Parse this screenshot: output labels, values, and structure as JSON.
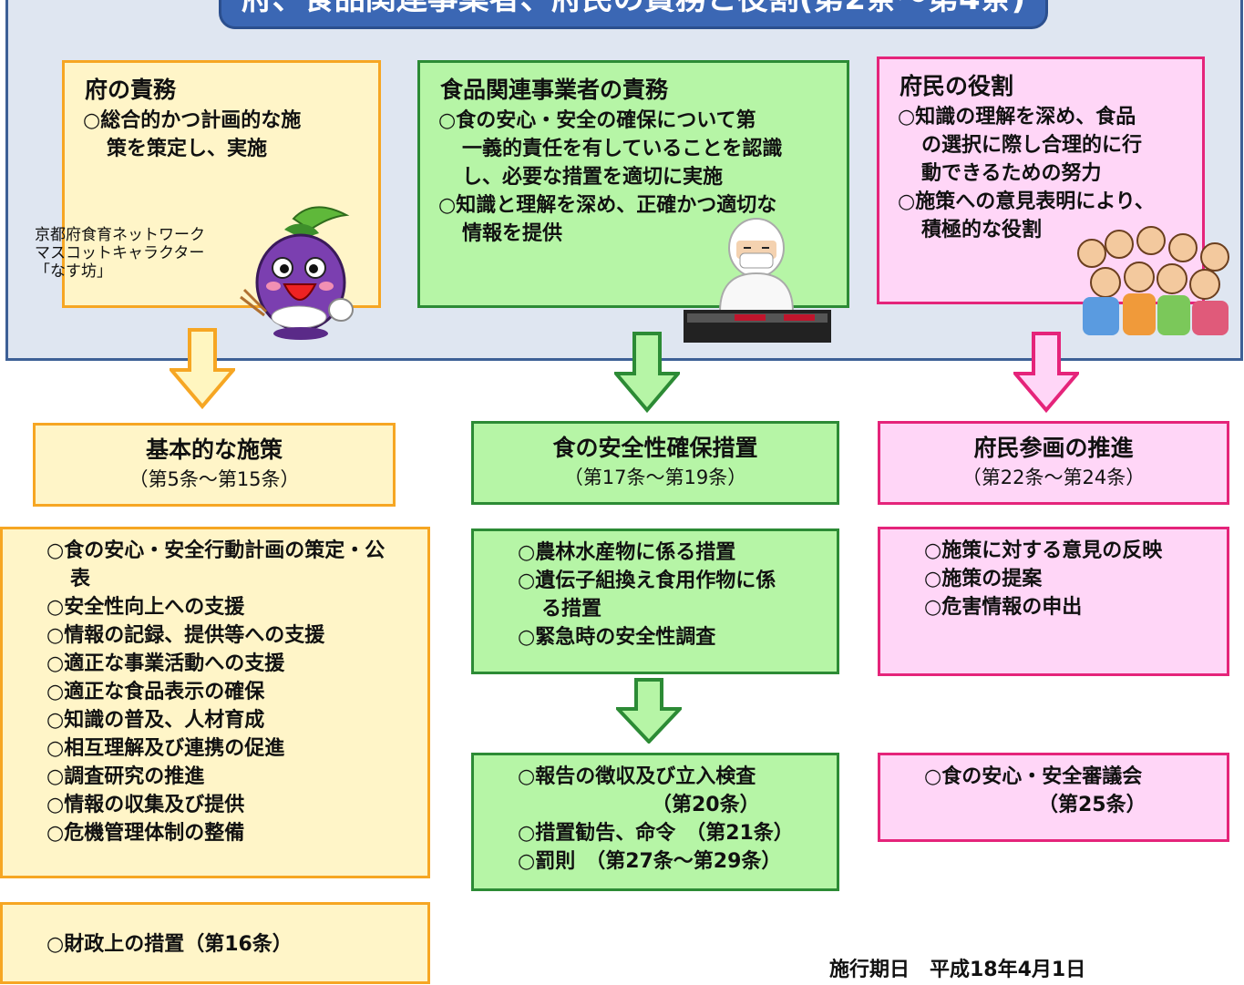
{
  "title": "府、食品関連事業者、府民の責務と役割(第2条～第4条)",
  "top": {
    "left": {
      "heading": "府の責務",
      "items": [
        "○総合的かつ計画的な施\n策を策定し、実施"
      ],
      "mascot_caption": [
        "京都府食育ネットワーク",
        "マスコットキャラクター",
        "「なす坊」"
      ]
    },
    "center": {
      "heading": "食品関連事業者の責務",
      "items": [
        "○食の安心・安全の確保について第\n一義的責任を有していることを認識\nし、必要な措置を適切に実施",
        "○知識と理解を深め、正確かつ適切な\n情報を提供"
      ]
    },
    "right": {
      "heading": "府民の役割",
      "items": [
        "○知識の理解を深め、食品\nの選択に際し合理的に行\n動できるための努力",
        "○施策への意見表明により、\n積極的な役割"
      ]
    }
  },
  "columns": {
    "left": {
      "title": "基本的な施策",
      "sub": "（第5条～第15条）",
      "items": [
        "○食の安心・安全行動計画の策定・公\n表",
        "○安全性向上への支援",
        "○情報の記録、提供等への支援",
        "○適正な事業活動への支援",
        "○適正な食品表示の確保",
        "○知識の普及、人材育成",
        "○相互理解及び連携の促進",
        "○調査研究の推進",
        "○情報の収集及び提供",
        "○危機管理体制の整備"
      ],
      "extra": "○財政上の措置（第16条）"
    },
    "center": {
      "title": "食の安全性確保措置",
      "sub": "（第17条～第19条）",
      "items": [
        "○農林水産物に係る措置",
        "○遺伝子組換え食用作物に係\nる措置",
        "○緊急時の安全性調査"
      ],
      "items2": [
        "○報告の徴収及び立入検査\n　　　　　　（第20条）",
        "○措置勧告、命令　（第21条）",
        "○罰則　（第27条～第29条）"
      ]
    },
    "right": {
      "title": "府民参画の推進",
      "sub": "（第22条～第24条）",
      "items": [
        "○施策に対する意見の反映",
        "○施策の提案",
        "○危害情報の申出"
      ],
      "items2": [
        "○食の安心・安全審議会\n　　　　　（第25条）"
      ]
    }
  },
  "footer": "施行期日　平成18年4月1日",
  "colors": {
    "yellow_fill": "#fff5c8",
    "yellow_border": "#f6a623",
    "green_fill": "#b6f5a6",
    "green_border": "#2c8b35",
    "pink_fill": "#ffd6f7",
    "pink_border": "#e5247a",
    "title_fill": "#3b67b4"
  }
}
